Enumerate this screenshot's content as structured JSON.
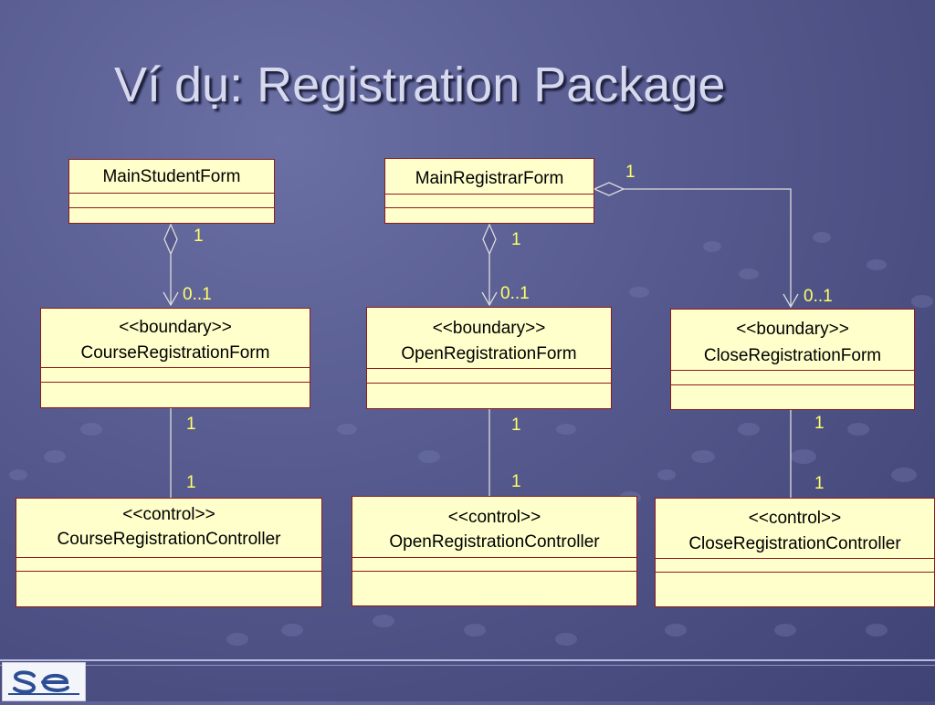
{
  "slide": {
    "title": "Ví dụ: Registration Package"
  },
  "classes": {
    "main_student": {
      "name": "MainStudentForm"
    },
    "main_registrar": {
      "name": "MainRegistrarForm"
    },
    "course_form": {
      "stereotype": "<<boundary>>",
      "name": "CourseRegistrationForm"
    },
    "open_form": {
      "stereotype": "<<boundary>>",
      "name": "OpenRegistrationForm"
    },
    "close_form": {
      "stereotype": "<<boundary>>",
      "name": "CloseRegistrationForm"
    },
    "course_ctrl": {
      "stereotype": "<<control>>",
      "name": "CourseRegistrationController"
    },
    "open_ctrl": {
      "stereotype": "<<control>>",
      "name": "OpenRegistrationController"
    },
    "close_ctrl": {
      "stereotype": "<<control>>",
      "name": "CloseRegistrationController"
    }
  },
  "multiplicities": {
    "student_to_course_src": "1",
    "student_to_course_dst": "0..1",
    "registrar_to_open_src": "1",
    "registrar_to_open_dst": "0..1",
    "registrar_to_close_src": "1",
    "registrar_to_close_dst": "0..1",
    "course_form_ctrl_top": "1",
    "course_form_ctrl_bottom": "1",
    "open_form_ctrl_top": "1",
    "open_form_ctrl_bottom": "1",
    "close_form_ctrl_top": "1",
    "close_form_ctrl_bottom": "1"
  },
  "colors": {
    "class_fill": "#ffffcc",
    "class_border": "#8e1b1b",
    "multiplicity_text": "#ffff66",
    "title_text": "#d7d9ee",
    "background": "#55598d"
  },
  "logo": {
    "icon": "se-logo-icon"
  }
}
